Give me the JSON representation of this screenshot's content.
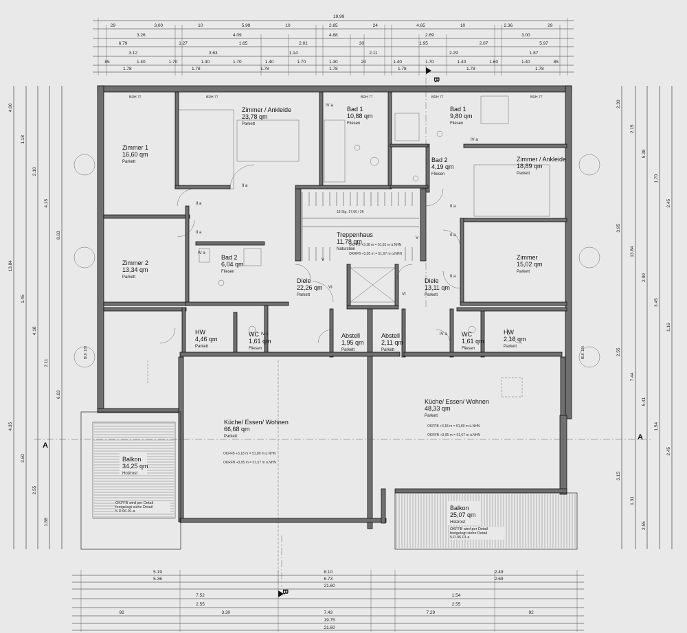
{
  "top_dims": {
    "overall": "19.99",
    "row1": [
      "29",
      "3.00",
      "10",
      "5.99",
      "10",
      "2.85",
      "24",
      "4.65",
      "10",
      "2.36",
      "29"
    ],
    "row2": [
      "3.26",
      "4.09",
      "4.88",
      "2.69",
      "3.00"
    ],
    "row3": [
      "6.79",
      "1.27",
      "1.65",
      "2.01",
      "30",
      "1.95",
      "2.07",
      "5.97"
    ],
    "row4": [
      "3.12",
      "3.63",
      "1.14",
      "2.11",
      "2.29",
      "1.87"
    ],
    "row5": [
      "85",
      "1.40",
      "1.70",
      "1.40",
      "1.70",
      "1.40",
      "1.70",
      "1.30",
      "20",
      "1.40",
      "1.70",
      "1.40",
      "1.60",
      "1.40",
      "85"
    ],
    "row6": [
      "1.78",
      "1.78",
      "1.78",
      "1.78",
      "1.78",
      "1.78",
      "1.78"
    ]
  },
  "bottom_dims": {
    "row1": [
      "5.19",
      "8.10",
      "2.49"
    ],
    "row2": [
      "5.36",
      "6.73",
      "2.69"
    ],
    "overall1": "21.60",
    "row3": [
      "7.52",
      "1.54"
    ],
    "row4": [
      "2.55",
      "2.55"
    ],
    "row5": [
      "92",
      "3.30",
      "7.43",
      "7.29",
      "92"
    ],
    "overall2": "19.75",
    "overall3": "21.60"
  },
  "left_dims": [
    "4.00",
    "1.18",
    "2.10",
    "4.15",
    "8.63",
    "13.84",
    "1.45",
    "4.18",
    "2.11",
    "6.63",
    "4.35",
    "3.60",
    "2.55",
    "1.88"
  ],
  "right_dims": [
    "2.30",
    "2.15",
    "5.38",
    "1.70",
    "2.45",
    "3.95",
    "13.84",
    "2.00",
    "3.45",
    "1.16",
    "2.55",
    "7.44",
    "5.41",
    "1.54",
    "2.45",
    "3.15",
    "1.31",
    "2.55"
  ],
  "section_marks": {
    "top": "B",
    "bottom": "B",
    "left": "A",
    "right": "A"
  },
  "rooms": [
    {
      "name": "Zimmer 1",
      "area": "16,60 qm",
      "floor": "Parkett"
    },
    {
      "name": "Zimmer / Ankleide",
      "area": "23,78 qm",
      "floor": "Parkett"
    },
    {
      "name": "Bad 1",
      "area": "10,88 qm",
      "floor": "Fliesen"
    },
    {
      "name": "Bad 1",
      "area": "9,80 qm",
      "floor": "Fliesen"
    },
    {
      "name": "Bad 2",
      "area": "4,19 qm",
      "floor": "Fliesen"
    },
    {
      "name": "Zimmer / Ankleide",
      "area": "18,89 qm",
      "floor": "Parkett"
    },
    {
      "name": "Treppenhaus",
      "area": "11,78 qm",
      "floor": "Naturstein"
    },
    {
      "name": "Zimmer 2",
      "area": "13,34 qm",
      "floor": "Parkett"
    },
    {
      "name": "Bad 2",
      "area": "6,04 qm",
      "floor": "Fliesen"
    },
    {
      "name": "Diele",
      "area": "22,26 qm",
      "floor": "Parkett"
    },
    {
      "name": "Diele",
      "area": "13,11 qm",
      "floor": "Parkett"
    },
    {
      "name": "Zimmer",
      "area": "15,02 qm",
      "floor": "Parkett"
    },
    {
      "name": "HW",
      "area": "4,46 qm",
      "floor": "Parkett"
    },
    {
      "name": "WC",
      "area": "1,61 qm",
      "floor": "Fliesen"
    },
    {
      "name": "Abstell",
      "area": "1,95 qm",
      "floor": "Parkett"
    },
    {
      "name": "Abstell",
      "area": "2,11 qm",
      "floor": "Parkett"
    },
    {
      "name": "WC",
      "area": "1,61 qm",
      "floor": "Fliesen"
    },
    {
      "name": "HW",
      "area": "2,18 qm",
      "floor": "Parkett"
    },
    {
      "name": "Küche/ Essen/ Wohnen",
      "area": "66,68 qm",
      "floor": "Parkett"
    },
    {
      "name": "Küche/ Essen/ Wohnen",
      "area": "48,33 qm",
      "floor": "Parkett"
    },
    {
      "name": "Balkon",
      "area": "34,25 qm",
      "floor": "Holzrost"
    },
    {
      "name": "Balkon",
      "area": "25,07 qm",
      "floor": "Holzrost"
    }
  ],
  "levels": {
    "stair1": "OKFFB +3,18 m = 51,81 m ü.NHN",
    "stair2": "OKRFB +3,05 m = 51,67 m ü.NHN",
    "left1": "OKFFB +3,18 m = 51,80 m ü.NHN",
    "left2": "OKRFB +3,05 m = 51,67 m ü.NHN",
    "right1": "OKFFB +3,18 m = 51,80 m ü.NHN",
    "right2": "OKRFB +3,05 m = 51,67 m ü.NHN"
  },
  "labels": {
    "brh": "BRH 77",
    "door_iia": "II a",
    "door_iva": "IV a",
    "door_vi": "VI",
    "door_v": "V",
    "balkon_note_left": "OKFFB wird per Detail festgelegt siehe Detail 5.D.06.01.a",
    "balkon_note_right": "OKFFB wird per Detail festgelegt siehe Detail 5.D.06.01.a",
    "stair_steps": "18 Stg. 17,66 / 26",
    "balkon_label_left": "BLK 120",
    "balkon_label_right": "BLK 120"
  }
}
